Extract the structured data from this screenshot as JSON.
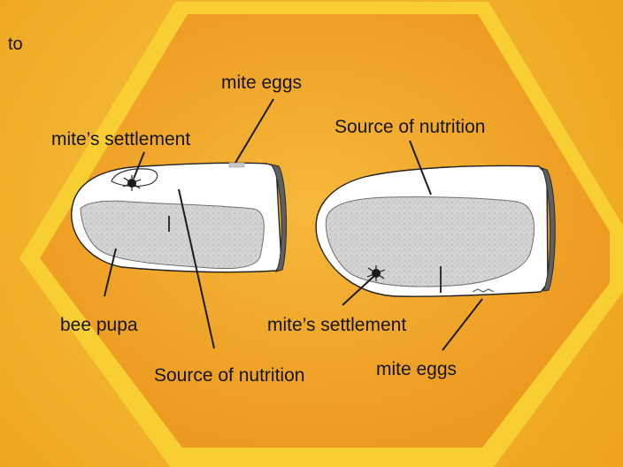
{
  "diagram": {
    "corner_text": "to",
    "labels": {
      "mite_eggs_top": "mite eggs",
      "mites_settlement_left": "mite’s settlement",
      "source_of_nutrition_right": "Source of nutrition",
      "bee_pupa": "bee pupa",
      "mites_settlement_right": "mite’s settlement",
      "source_of_nutrition_bottom": "Source of nutrition",
      "mite_eggs_bottom": "mite eggs"
    },
    "colors": {
      "background": "#f3b52a",
      "hexagon_outer": "#f7cf32",
      "hexagon_inner": "#ef9e22",
      "cell": "#ffffff",
      "pupa_fill": "#d3d3d3",
      "stroke": "#1d1d1d"
    }
  }
}
